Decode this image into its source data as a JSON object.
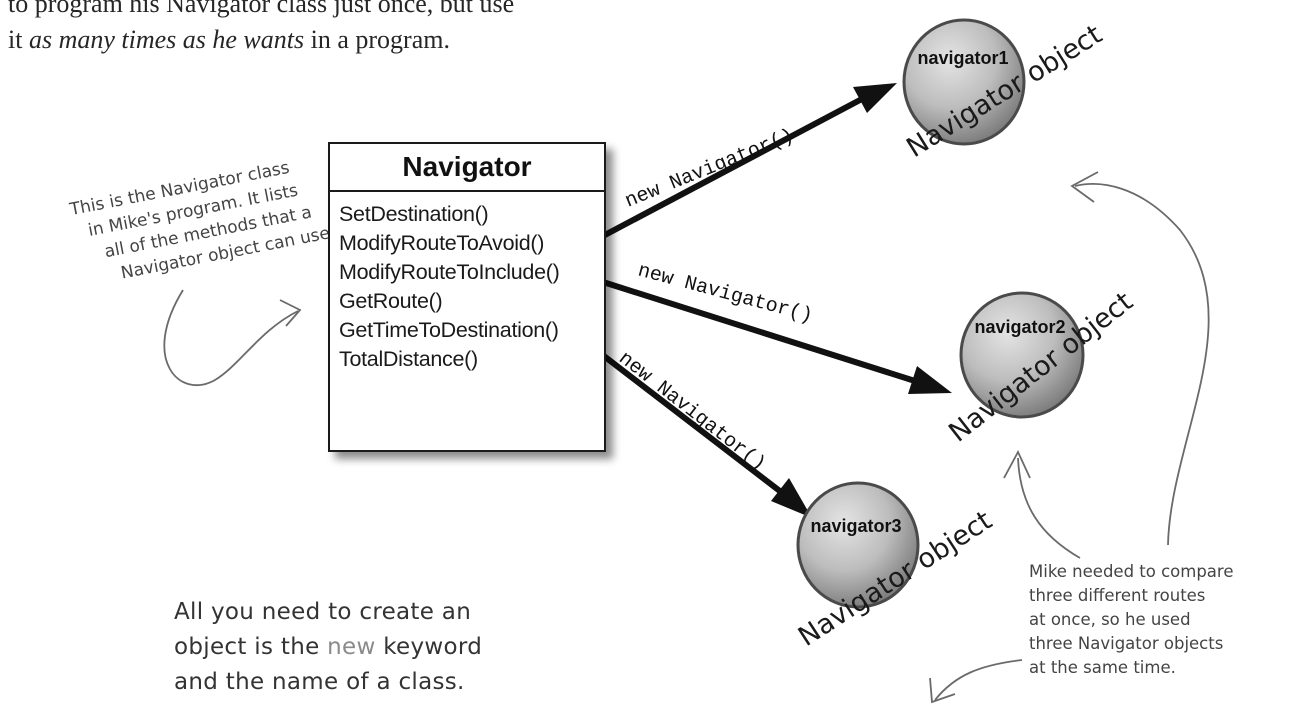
{
  "intro": {
    "line1": "to program his Navigator class just once, but use",
    "line2_prefix": "it ",
    "line2_emphasis": "as many times as he wants",
    "line2_suffix": " in a program."
  },
  "class_box": {
    "name": "Navigator",
    "methods": [
      "SetDestination()",
      "ModifyRouteToAvoid()",
      "ModifyRouteToInclude()",
      "GetRoute()",
      "GetTimeToDestination()",
      "TotalDistance()"
    ]
  },
  "arrow_labels": {
    "a1": "new Navigator()",
    "a2": "new Navigator()",
    "a3": "new Navigator()"
  },
  "objects": [
    {
      "name": "navigator1",
      "caption": "Navigator object"
    },
    {
      "name": "navigator2",
      "caption": "Navigator object"
    },
    {
      "name": "navigator3",
      "caption": "Navigator object"
    }
  ],
  "note_left": {
    "lines": [
      "This is the Navigator class",
      "in Mike's program. It lists",
      "all of the methods that a",
      "Navigator object can use."
    ]
  },
  "note_right": {
    "lines": [
      "Mike needed to compare",
      "three different routes",
      "at once, so he used",
      "three Navigator objects",
      "at the same time."
    ]
  },
  "bottom_text": {
    "line1": "All you need to create an",
    "line2_prefix": "object is the ",
    "keyword": "new",
    "line2_suffix": " keyword",
    "line3": "and the name of a class."
  },
  "colors": {
    "arrow": "#111111",
    "sphere_light": "#d9d9d9",
    "sphere_dark": "#8a8a8a",
    "sketch_line": "#6a6a6a",
    "keyword": "#8a8a8a"
  }
}
